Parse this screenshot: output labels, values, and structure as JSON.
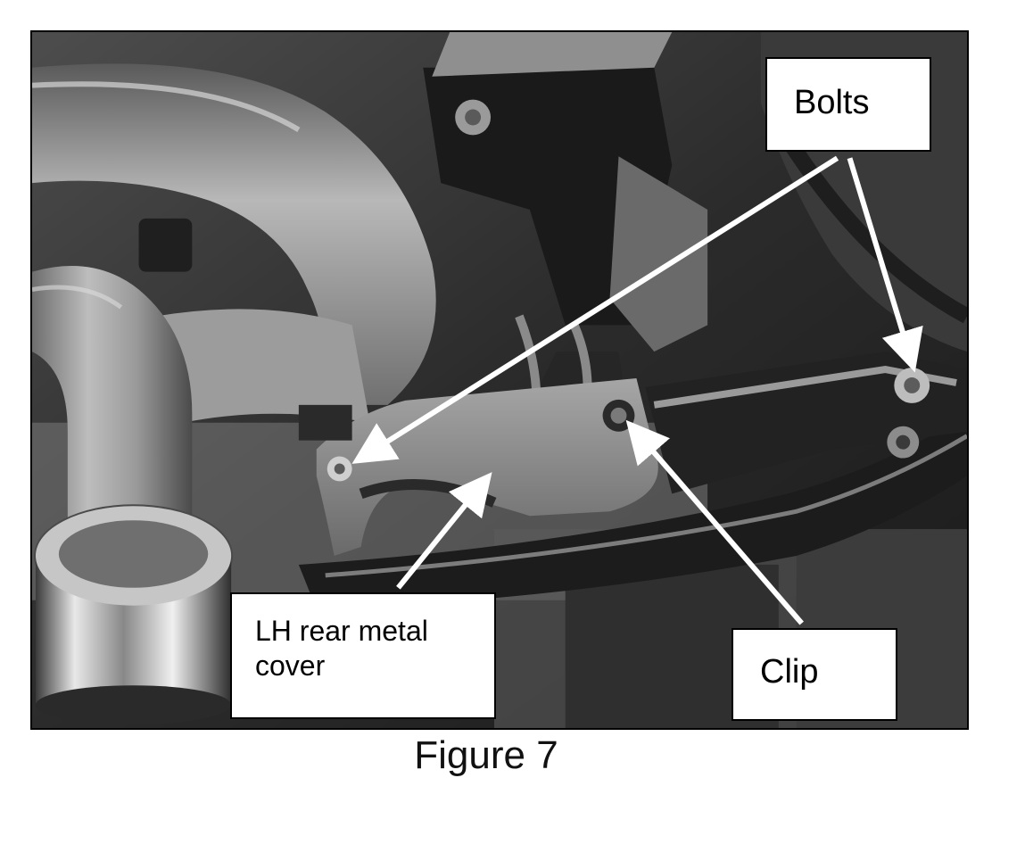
{
  "figure": {
    "caption": "Figure 7",
    "callouts": {
      "bolts": "Bolts",
      "cover": "LH rear metal cover",
      "clip": "Clip"
    },
    "colors": {
      "frame": "#000000",
      "arrow": "#ffffff",
      "label_background": "#ffffff"
    }
  }
}
